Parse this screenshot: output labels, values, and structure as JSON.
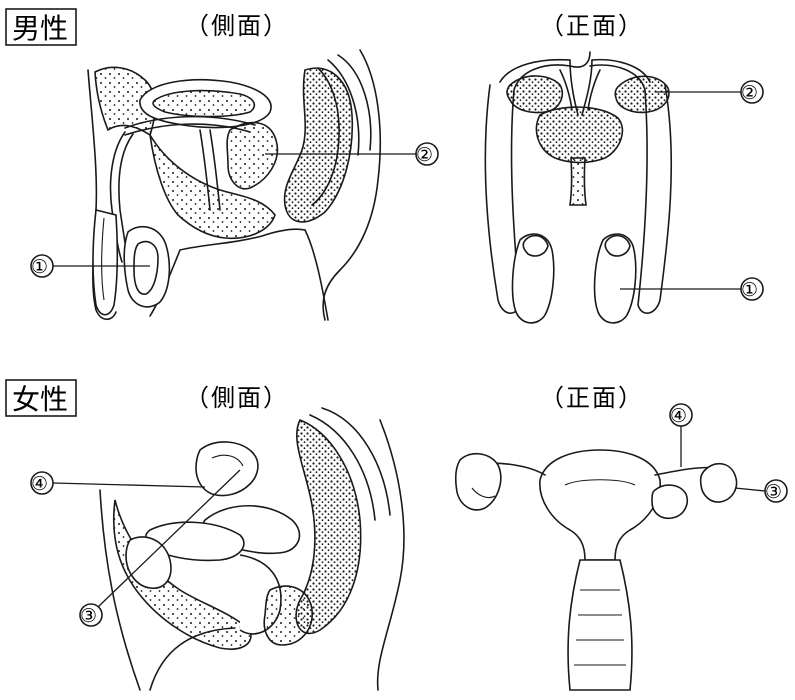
{
  "male": {
    "box_label": "男性",
    "side_label": "（側面）",
    "front_label": "（正面）",
    "side_markers": [
      "①",
      "②"
    ],
    "front_markers": [
      "②",
      "①"
    ]
  },
  "female": {
    "box_label": "女性",
    "side_label": "（側面）",
    "front_label": "（正面）",
    "side_markers": [
      "④",
      "③"
    ],
    "front_markers": [
      "④",
      "③"
    ]
  }
}
